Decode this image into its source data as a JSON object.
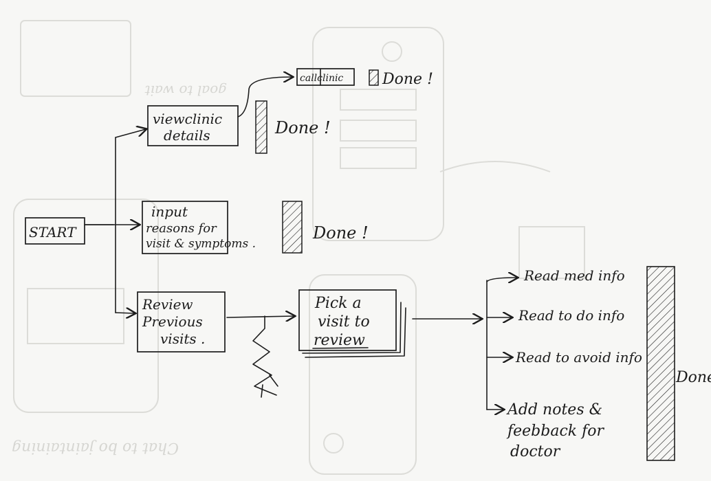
{
  "diagram": {
    "start": "START",
    "view_clinic": [
      "viewclinic",
      "details"
    ],
    "call_clinic": "callclinic",
    "input_reasons": [
      "input",
      "reasons for",
      "visit & symptoms ."
    ],
    "review_previous": [
      "Review",
      "Previous",
      "visits ."
    ],
    "pick_visit": [
      "Pick a",
      "visit to",
      "review"
    ],
    "done_labels": {
      "call": "Done !",
      "view": "Done !",
      "input": "Done !",
      "final": "Done!"
    },
    "end_items": [
      "Read med info",
      "Read to do info",
      "Read to avoid info",
      "Add notes &",
      "feebback for",
      "doctor"
    ]
  },
  "colors": {
    "ink": "#1c1c1c",
    "paper": "#f7f7f5",
    "ghost": "#d6d6d2"
  }
}
